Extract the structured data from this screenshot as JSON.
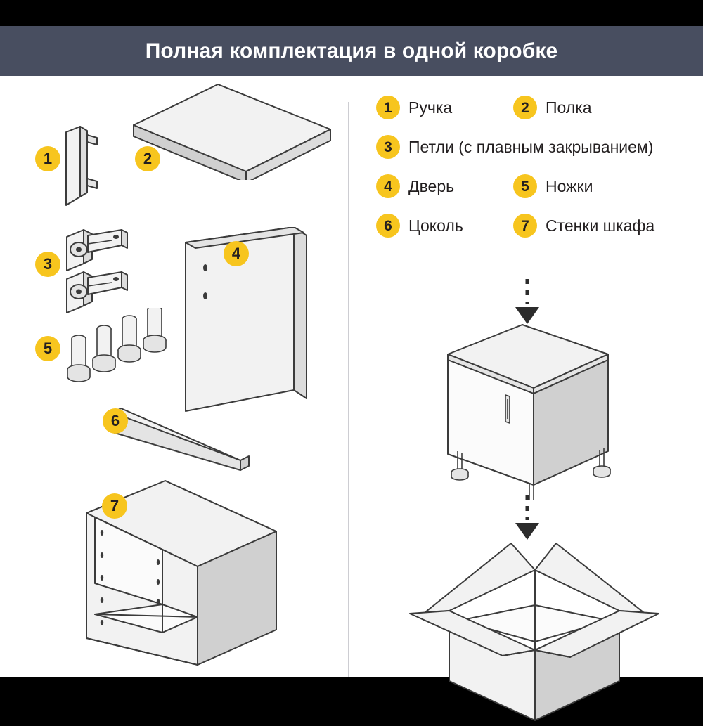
{
  "header": {
    "title": "Полная комплектация в одной коробке",
    "background_color": "#484E60",
    "text_color": "#FFFFFF"
  },
  "theme": {
    "badge_color": "#F7C51E",
    "badge_text_color": "#231F20",
    "line_color": "#3B3B3B",
    "divider_color": "#CDCDD2",
    "panel_fill": "#F2F2F2",
    "panel_shade": "#D0D0D0",
    "letterbox_color": "#000000"
  },
  "legend": {
    "items": [
      {
        "number": "1",
        "label": "Ручка"
      },
      {
        "number": "2",
        "label": "Полка"
      },
      {
        "number": "3",
        "label": "Петли (с плавным закрыванием)"
      },
      {
        "number": "4",
        "label": "Дверь"
      },
      {
        "number": "5",
        "label": "Ножки"
      },
      {
        "number": "6",
        "label": "Цоколь"
      },
      {
        "number": "7",
        "label": "Стенки шкафа"
      }
    ]
  },
  "parts_diagram": {
    "markers": [
      {
        "number": "1",
        "part": "handle"
      },
      {
        "number": "2",
        "part": "shelf"
      },
      {
        "number": "3",
        "part": "hinges"
      },
      {
        "number": "4",
        "part": "door"
      },
      {
        "number": "5",
        "part": "legs"
      },
      {
        "number": "6",
        "part": "plinth"
      },
      {
        "number": "7",
        "part": "cabinet-walls"
      }
    ]
  },
  "assembly_flow": {
    "steps": [
      {
        "name": "assembled-cabinet"
      },
      {
        "name": "cardboard-box"
      }
    ],
    "arrow_style": "dashed-down-arrow"
  }
}
